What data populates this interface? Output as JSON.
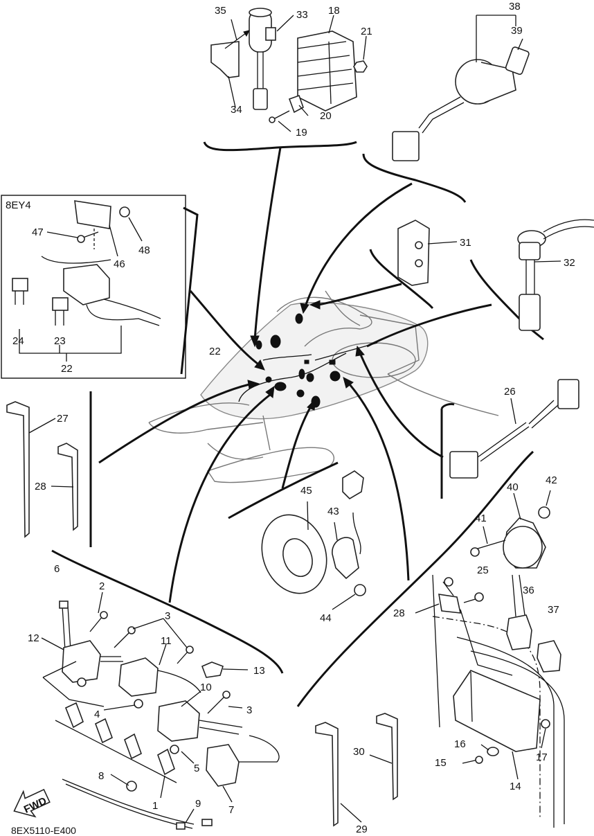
{
  "diagram": {
    "footer_code": "8EX5110-E400",
    "fwd_label": "FWD",
    "inset_label": "8EY4",
    "callouts": {
      "c1": "1",
      "c2": "2",
      "c3a": "3",
      "c3b": "3",
      "c4": "4",
      "c5": "5",
      "c6": "6",
      "c7": "7",
      "c8": "8",
      "c9": "9",
      "c10": "10",
      "c11": "11",
      "c12": "12",
      "c13": "13",
      "c14": "14",
      "c15": "15",
      "c16": "16",
      "c17": "17",
      "c18": "18",
      "c19": "19",
      "c20": "20",
      "c21": "21",
      "c22a": "22",
      "c22b": "22",
      "c23": "23",
      "c24": "24",
      "c25": "25",
      "c26": "26",
      "c27": "27",
      "c28a": "28",
      "c28b": "28",
      "c29": "29",
      "c30": "30",
      "c31": "31",
      "c32": "32",
      "c33": "33",
      "c34": "34",
      "c35": "35",
      "c36": "36",
      "c37": "37",
      "c38": "38",
      "c39": "39",
      "c40": "40",
      "c41": "41",
      "c42": "42",
      "c43": "43",
      "c44": "44",
      "c45": "45",
      "c46": "46",
      "c47": "47",
      "c48": "48"
    }
  }
}
